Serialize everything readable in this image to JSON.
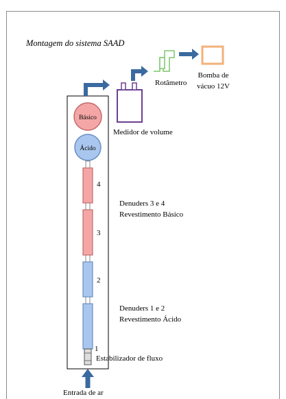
{
  "title": "Montagem do sistema SAAD",
  "labels": {
    "rotametro": "Rotâmetro",
    "bomba_line1": "Bomba de",
    "bomba_line2": "vácuo 12V",
    "medidor": "Medidor de volume",
    "denuders34_line1": "Denuders 3 e 4",
    "denuders34_line2": "Revestimento Básico",
    "denuders12_line1": "Denuders 1 e 2",
    "denuders12_line2": "Revestimento Ácido",
    "estabilizador": "Estabilizador de fluxo",
    "entrada": "Entrada de ar"
  },
  "filters": {
    "basico": "Básico",
    "acido": "Ácido"
  },
  "denuder_numbers": [
    "4",
    "3",
    "2",
    "1"
  ],
  "colors": {
    "arrow": "#3a6aa0",
    "basic_fill": "#f4a6a6",
    "basic_stroke": "#c26a6a",
    "acid_fill": "#a9c6ee",
    "acid_stroke": "#6a8fc4",
    "meter_stroke": "#6b3f8f",
    "rotameter_stroke": "#7cc56b",
    "pump_stroke": "#f2b27a"
  }
}
